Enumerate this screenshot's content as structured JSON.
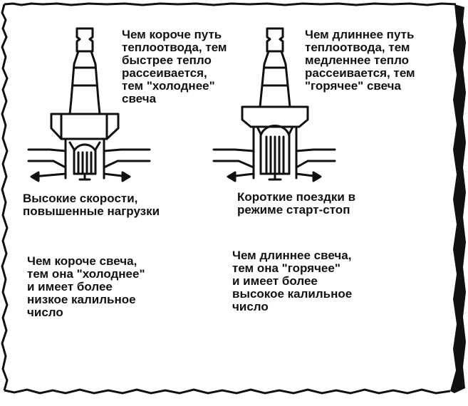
{
  "left": {
    "heat_text": [
      "Чем короче путь",
      "теплоотвода, тем",
      "быстрее тепло",
      "рассеивается,",
      "тем \"холоднее\"",
      "свеча"
    ],
    "usage_text": [
      "Высокие скорости,",
      "повышенные нагрузки"
    ],
    "rating_text": [
      "Чем короче свеча,",
      "тем она \"холоднее\"",
      "и имеет более",
      "низкое калильное",
      "число"
    ]
  },
  "right": {
    "heat_text": [
      "Чем длиннее путь",
      "теплоотвода, тем",
      "медленнее тепло",
      "рассеивается, тем",
      "\"горячее\" свеча"
    ],
    "usage_text": [
      "Короткие поездки в",
      "режиме старт-стоп"
    ],
    "rating_text": [
      "Чем длиннее свеча,",
      "тем она \"горячее\"",
      "и имеет более",
      "высокое калильное",
      "число"
    ]
  },
  "colors": {
    "ink": "#111111",
    "paper": "#ffffff"
  }
}
